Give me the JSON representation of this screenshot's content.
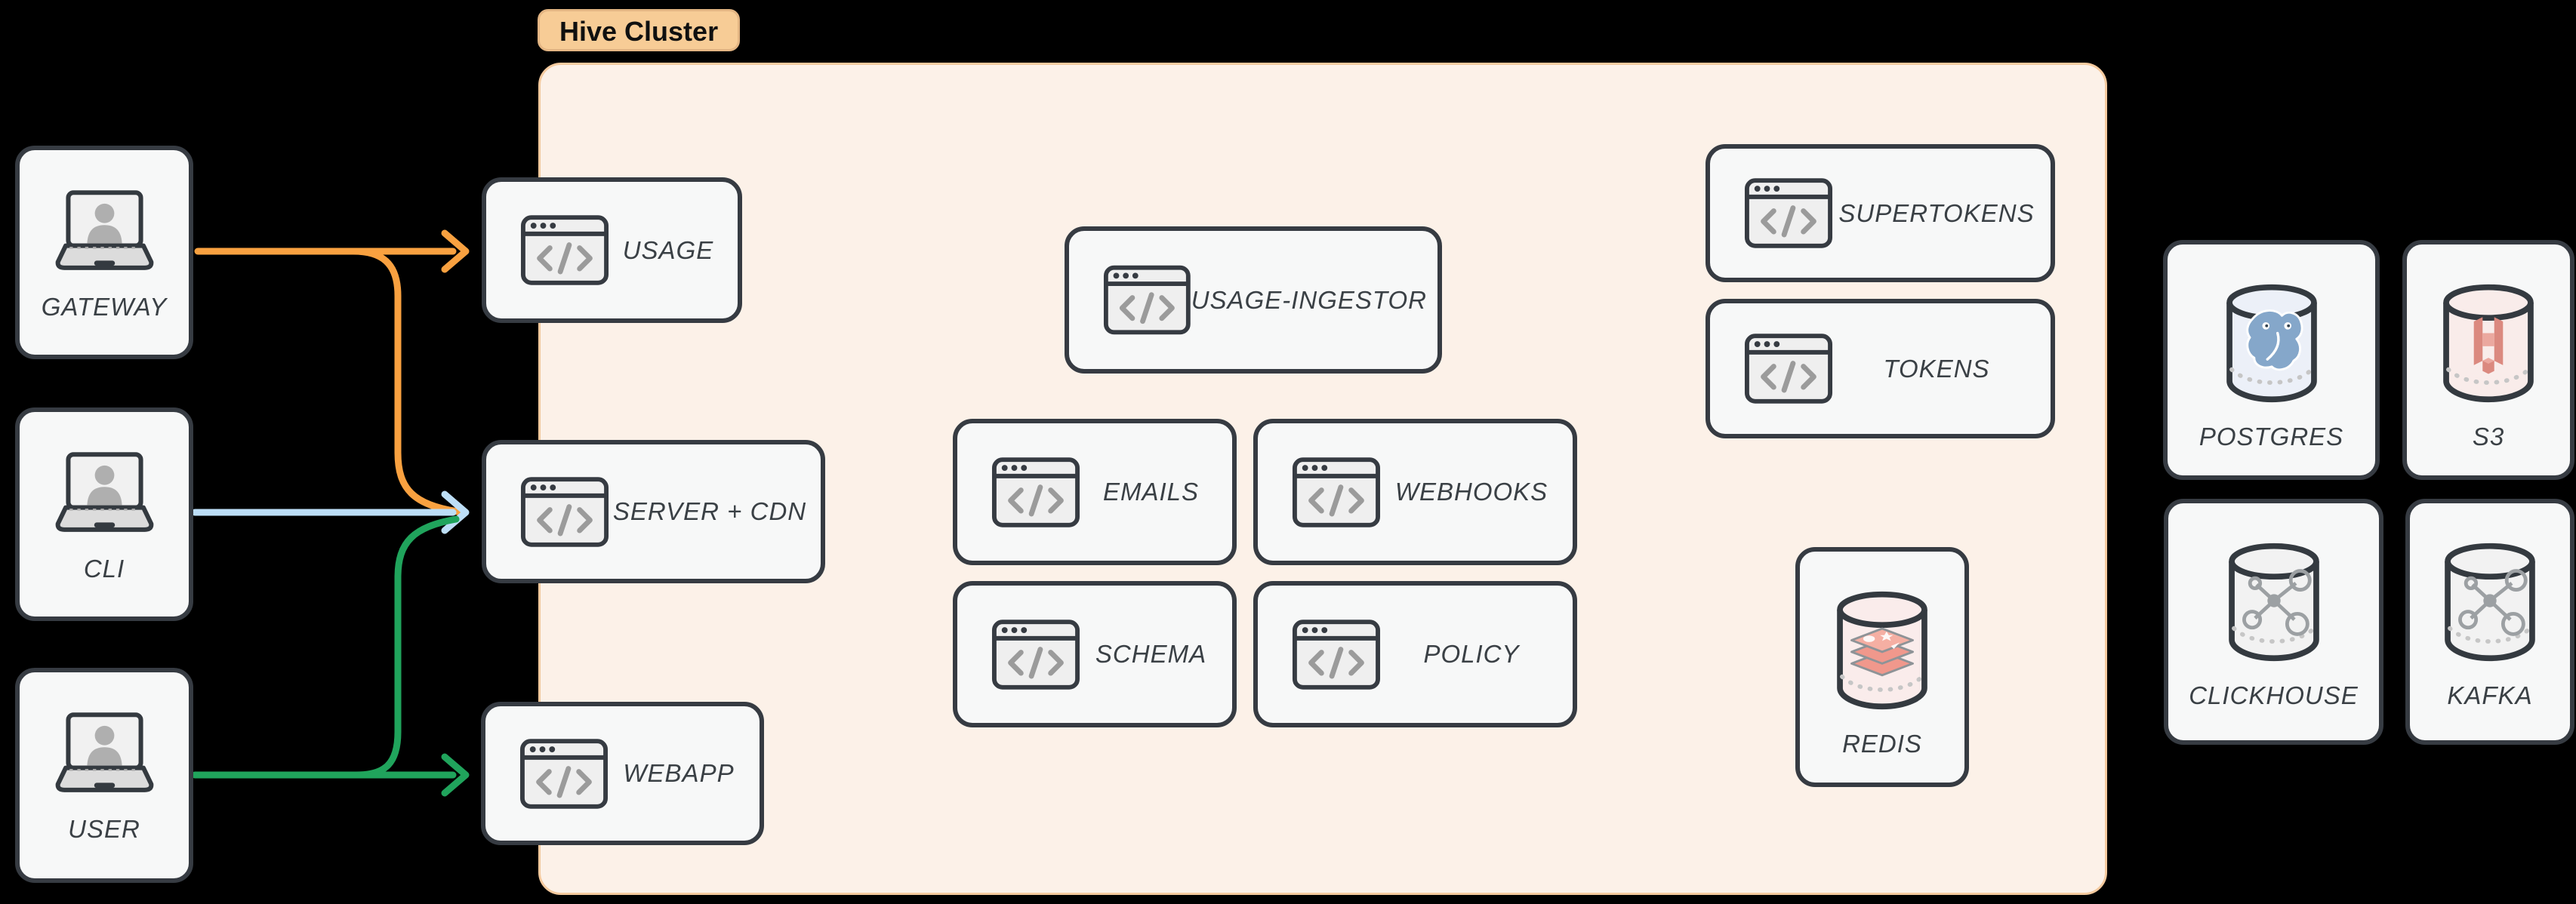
{
  "cluster": {
    "badge": "Hive Cluster"
  },
  "clients": [
    {
      "label": "GATEWAY"
    },
    {
      "label": "CLI"
    },
    {
      "label": "USER"
    }
  ],
  "services": {
    "usage": "USAGE",
    "server_cdn": "SERVER + CDN",
    "webapp": "WEBAPP",
    "usage_ingestor": "USAGE-INGESTOR",
    "emails": "EMAILS",
    "webhooks": "WEBHOOKS",
    "schema": "SCHEMA",
    "policy": "POLICY",
    "supertokens": "SUPERTOKENS",
    "tokens": "TOKENS"
  },
  "datastores": {
    "redis": "REDIS",
    "postgres": "POSTGRES",
    "s3": "S3",
    "clickhouse": "CLICKHOUSE",
    "kafka": "KAFKA"
  },
  "colors": {
    "arrow_gateway": "#F9A140",
    "arrow_cli": "#BDDEF6",
    "arrow_user": "#20A45C",
    "cluster_fill": "#FCF1E8",
    "cluster_border": "#F5CA9E",
    "badge_fill": "#F7CC96",
    "node_border": "#363B42",
    "node_fill": "#F7F8F8",
    "redis_fill": "#FAECEB",
    "postgres_fill": "#ECF0F8",
    "s3_fill": "#F9ECEA",
    "gray_db_fill": "#F2F2F2"
  }
}
